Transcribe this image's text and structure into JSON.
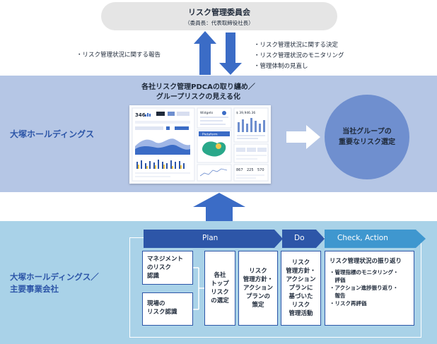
{
  "committee": {
    "title": "リスク管理委員会",
    "subtitle": "（委員長：代表取締役社長）"
  },
  "left_note": "・リスク管理状況に関する報告",
  "right_notes": [
    "・リスク管理状況に関する決定",
    "・リスク管理状況のモニタリング",
    "・管理体制の見直し"
  ],
  "holdings": {
    "name": "大塚ホールディングス",
    "pdca_line1": "各社リスク管理PDCAの取り纏め／",
    "pdca_line2": "グループリスクの見える化",
    "circle_line1": "当社グループの",
    "circle_line2": "重要なリスク選定"
  },
  "dashboard": {
    "kpi_main": "346",
    "kpi_1": "867",
    "kpi_2": "225",
    "kpi_3": "570",
    "money": "$ 39,946.36",
    "header_label": "Pietaform",
    "widget_label": "Widgets"
  },
  "operating": {
    "name_line1": "大塚ホールディングス／",
    "name_line2": "主要事業会社"
  },
  "phases": {
    "plan": "Plan",
    "do": "Do",
    "check": "Check, Action"
  },
  "boxes": {
    "mgmt": [
      "マネジメント",
      "のリスク",
      "認識"
    ],
    "field": [
      "現場の",
      "リスク認識"
    ],
    "top_risk": [
      "各社",
      "トップ",
      "リスク",
      "の選定"
    ],
    "plan_policy": [
      "リスク",
      "管理方針・",
      "アクション",
      "プランの",
      "策定"
    ],
    "do_activity": [
      "リスク",
      "管理方針・",
      "アクション",
      "プランに",
      "基づいた",
      "リスク",
      "管理活動"
    ],
    "check_title": "リスク管理状況の振り返り",
    "check_items": [
      "・管理指標のモニタリング・",
      "　評価",
      "・アクション進捗振り返り・",
      "　報告",
      "・リスク再評価"
    ]
  },
  "colors": {
    "blue": "#3b6cc6",
    "dark_blue": "#2d56a8",
    "band_top": "#b5c6e5",
    "band_bottom": "#a9d2e8",
    "circle": "#6f8fcf"
  }
}
